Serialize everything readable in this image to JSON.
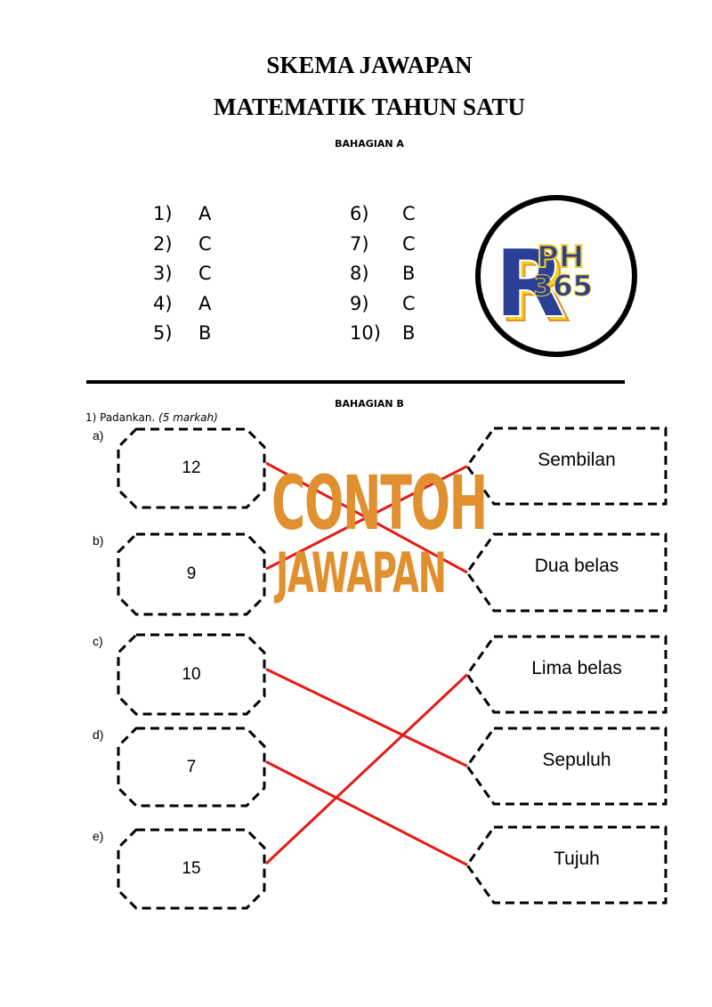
{
  "header": {
    "title_line1": "SKEMA JAWAPAN",
    "title_line2": "MATEMATIK TAHUN SATU"
  },
  "section_a": {
    "label": "BAHAGIAN A",
    "answers": [
      {
        "n": "1)",
        "a": "A"
      },
      {
        "n": "2)",
        "a": "C"
      },
      {
        "n": "3)",
        "a": "C"
      },
      {
        "n": "4)",
        "a": "A"
      },
      {
        "n": "5)",
        "a": "B"
      },
      {
        "n": "6)",
        "a": "C"
      },
      {
        "n": "7)",
        "a": "C"
      },
      {
        "n": "8)",
        "a": "B"
      },
      {
        "n": "9)",
        "a": "C"
      },
      {
        "n": "10)",
        "a": "B"
      }
    ]
  },
  "section_b": {
    "label": "BAHAGIAN B",
    "question": "1) Padankan.",
    "marks": "(5 markah)",
    "left": [
      {
        "tag": "a)",
        "value": "12"
      },
      {
        "tag": "b)",
        "value": "9"
      },
      {
        "tag": "c)",
        "value": "10"
      },
      {
        "tag": "d)",
        "value": "7"
      },
      {
        "tag": "e)",
        "value": "15"
      }
    ],
    "right": [
      "Sembilan",
      "Dua belas",
      "Lima belas",
      "Sepuluh",
      "Tujuh"
    ],
    "matches": [
      [
        0,
        1
      ],
      [
        1,
        0
      ],
      [
        2,
        3
      ],
      [
        3,
        4
      ],
      [
        4,
        2
      ]
    ]
  },
  "watermark": {
    "logo": "RPH 365",
    "line1": "CONTOH",
    "line2": "JAWAPAN"
  },
  "colors": {
    "line": "#e41b17",
    "watermark": "#e0902e",
    "logo_blue": "#2a3f96",
    "logo_yellow": "#f5d21f"
  }
}
